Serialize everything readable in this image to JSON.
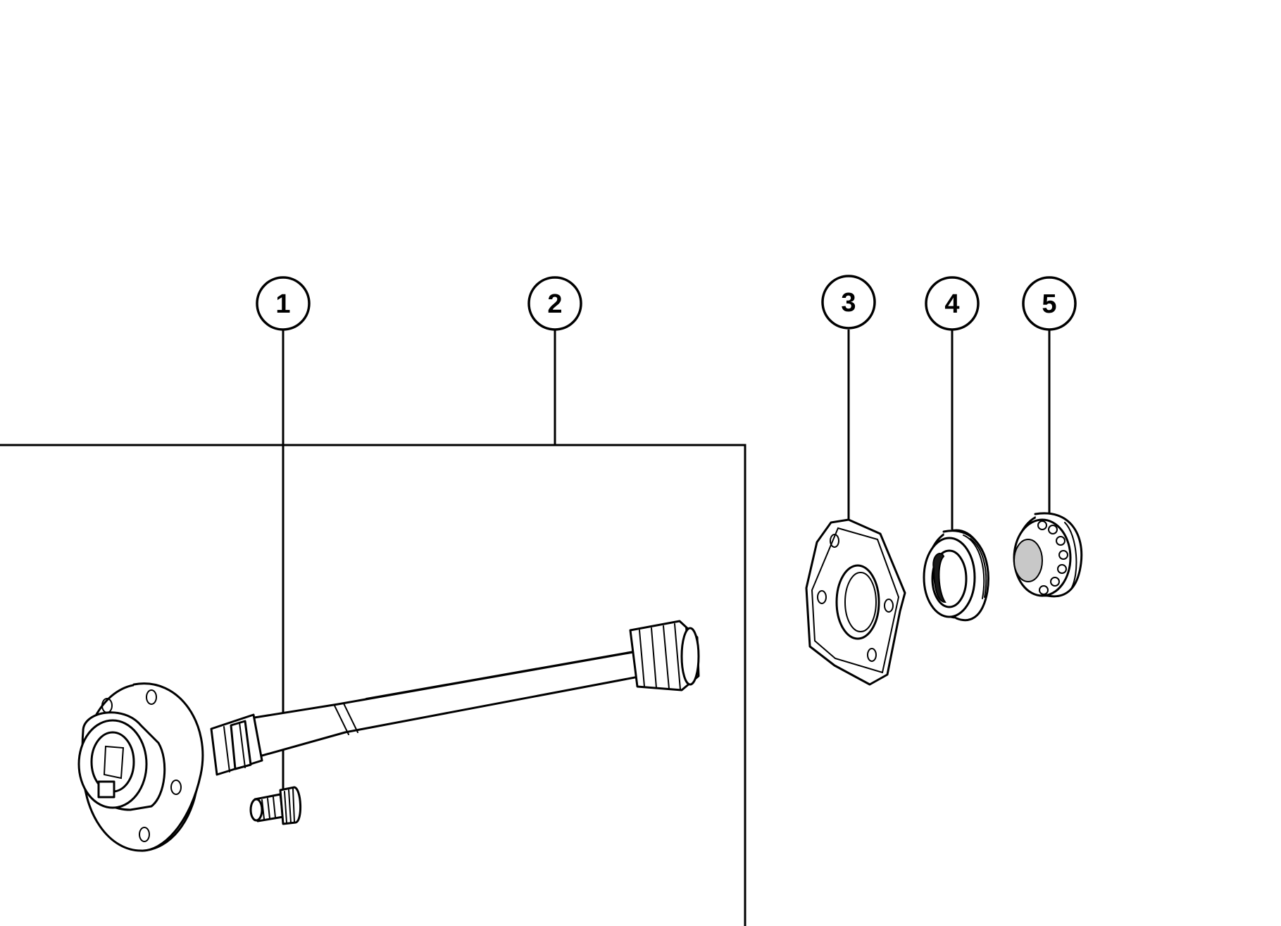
{
  "callouts": [
    {
      "id": 1,
      "label": "1",
      "part": "wheel-stud"
    },
    {
      "id": 2,
      "label": "2",
      "part": "axle-shaft-assembly"
    },
    {
      "id": 3,
      "label": "3",
      "part": "gasket"
    },
    {
      "id": 4,
      "label": "4",
      "part": "oil-seal"
    },
    {
      "id": 5,
      "label": "5",
      "part": "bearing"
    }
  ],
  "colors": {
    "line": "#000000",
    "background": "#ffffff"
  }
}
